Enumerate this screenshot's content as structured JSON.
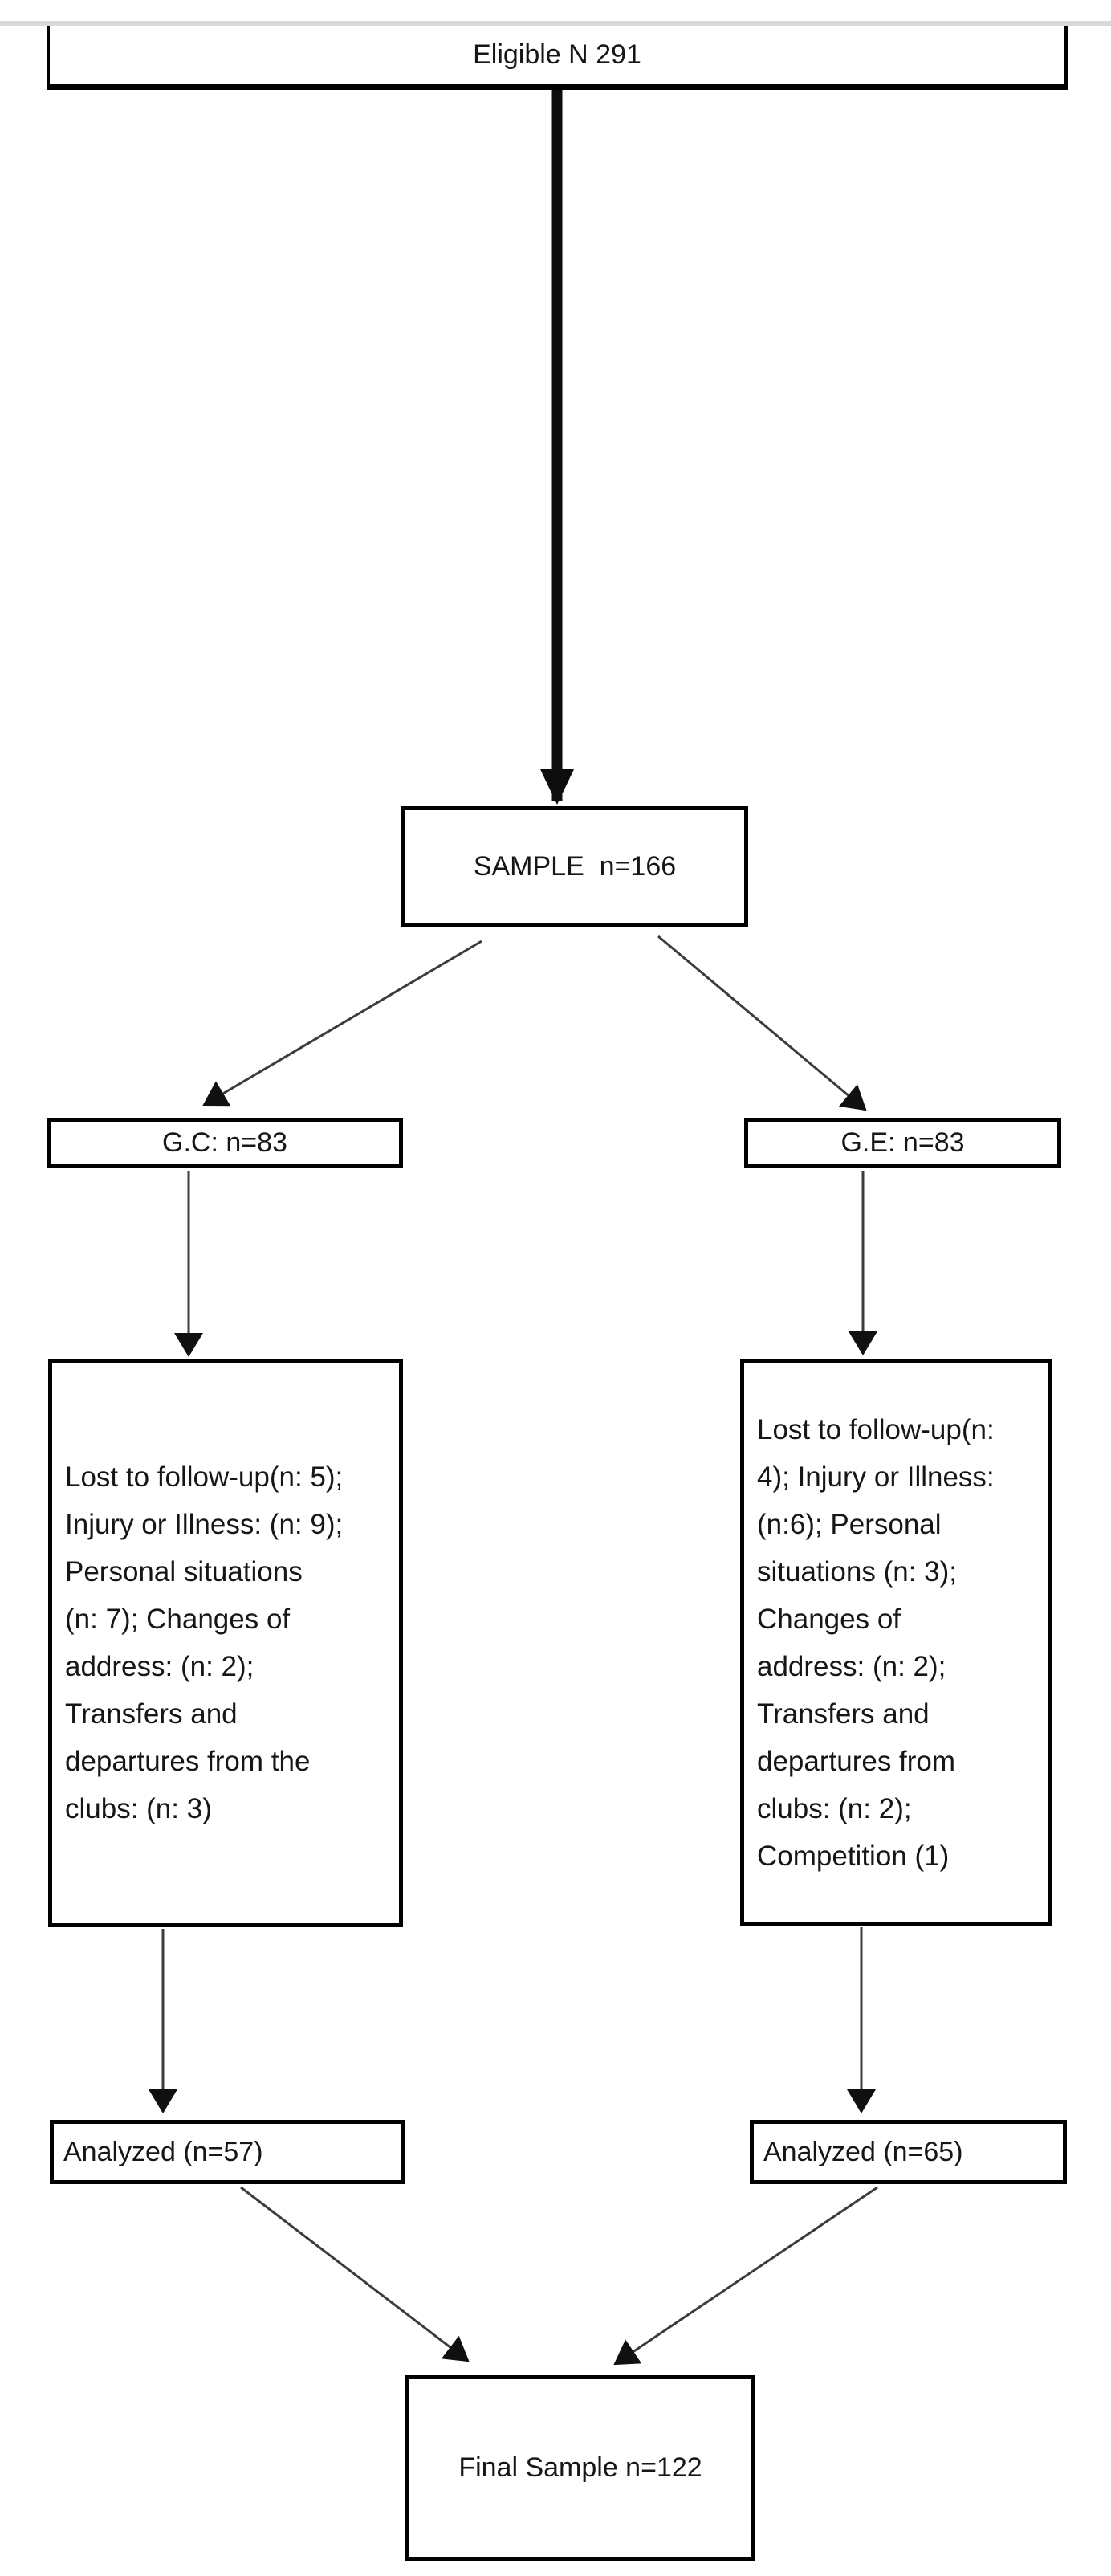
{
  "diagram": {
    "type": "flowchart",
    "nodes": {
      "eligible": {
        "label": "Eligible N 291"
      },
      "sample": {
        "label": "SAMPLE  n=166"
      },
      "gc": {
        "label": "G.C: n=83"
      },
      "ge": {
        "label": "G.E: n=83"
      },
      "gc_exclusions": {
        "text": "Lost to follow-up(n: 5);\nInjury or Illness: (n: 9);\nPersonal situations\n(n: 7); Changes of\naddress: (n: 2);\nTransfers and\ndepartures from the\nclubs: (n: 3)"
      },
      "ge_exclusions": {
        "text": "Lost to follow-up(n:\n4); Injury or Illness:\n(n:6); Personal\nsituations (n: 3);\nChanges of\naddress: (n: 2);\nTransfers and\ndepartures from\nclubs: (n: 2);\nCompetition (1)"
      },
      "analyzed_gc": {
        "label": "Analyzed (n=57)"
      },
      "analyzed_ge": {
        "label": "Analyzed (n=65)"
      },
      "final": {
        "label": "Final Sample n=122"
      }
    },
    "edges": [
      "eligible -> sample",
      "sample -> gc",
      "sample -> ge",
      "gc -> gc_exclusions",
      "ge -> ge_exclusions",
      "gc_exclusions -> analyzed_gc",
      "ge_exclusions -> analyzed_ge",
      "analyzed_gc -> final",
      "analyzed_ge -> final"
    ],
    "colors": {
      "background": "#ffffff",
      "box_border": "#000000",
      "text": "#161616",
      "arrow_line": "#3c3c3c",
      "arrow_head": "#101010",
      "top_strip": "#d9d9d9"
    }
  }
}
